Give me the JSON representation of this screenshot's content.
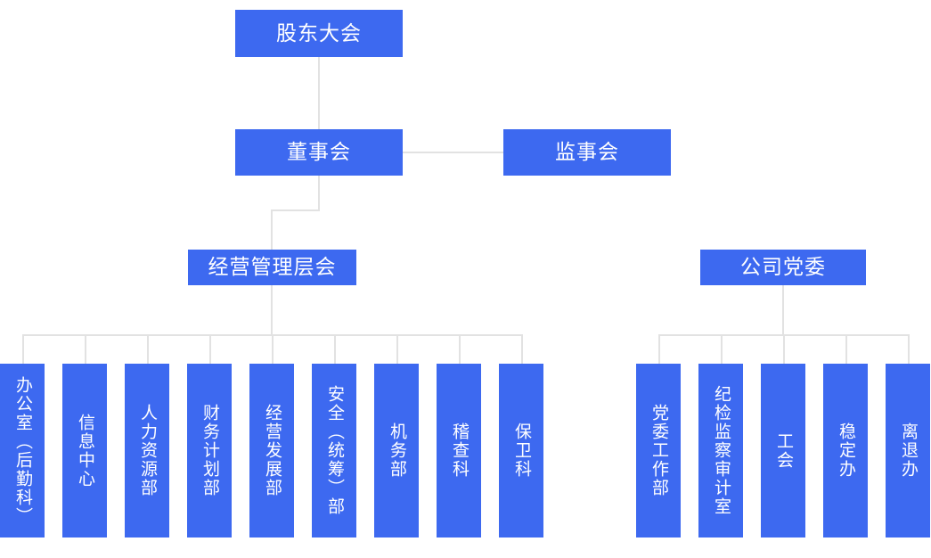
{
  "chart": {
    "title_node": "股东大会",
    "colors": {
      "node_fill": "#3d69f0",
      "node_text": "#ffffff",
      "connector": "#e2e2e2",
      "background": "#ffffff"
    },
    "levels": {
      "level1": [
        {
          "id": "shareholders",
          "label": "股东大会"
        }
      ],
      "level2": [
        {
          "id": "board-of-directors",
          "label": "董事会"
        },
        {
          "id": "board-of-supervisors",
          "label": "监事会"
        }
      ],
      "level3": [
        {
          "id": "management-committee",
          "label": "经营管理层会"
        },
        {
          "id": "party-committee",
          "label": "公司党委"
        }
      ]
    },
    "management_departments": [
      {
        "id": "office",
        "label": "办公室（后勤科）"
      },
      {
        "id": "information-center",
        "label": "信息中心"
      },
      {
        "id": "human-resources",
        "label": "人力资源部"
      },
      {
        "id": "finance-planning",
        "label": "财务计划部"
      },
      {
        "id": "business-development",
        "label": "经营发展部"
      },
      {
        "id": "safety-coordination",
        "label": "安全（统筹）部"
      },
      {
        "id": "machinery",
        "label": "机务部"
      },
      {
        "id": "inspection",
        "label": "稽查科"
      },
      {
        "id": "security",
        "label": "保卫科"
      }
    ],
    "party_departments": [
      {
        "id": "party-work",
        "label": "党委工作部"
      },
      {
        "id": "discipline-audit",
        "label": "纪检监察审计室"
      },
      {
        "id": "labor-union",
        "label": "工会"
      },
      {
        "id": "stability-office",
        "label": "稳定办"
      },
      {
        "id": "retirement-office",
        "label": "离退办"
      }
    ]
  }
}
